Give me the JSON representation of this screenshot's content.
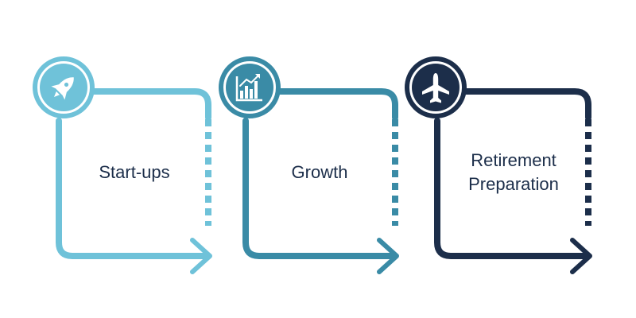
{
  "stages": [
    {
      "label": "Start-ups",
      "icon": "rocket-icon",
      "color": "#6fc2d9"
    },
    {
      "label": "Growth",
      "icon": "bar-chart-icon",
      "color": "#3a8ba6"
    },
    {
      "label": "Retirement Preparation",
      "icon": "airplane-icon",
      "color": "#1c2e4a"
    }
  ]
}
